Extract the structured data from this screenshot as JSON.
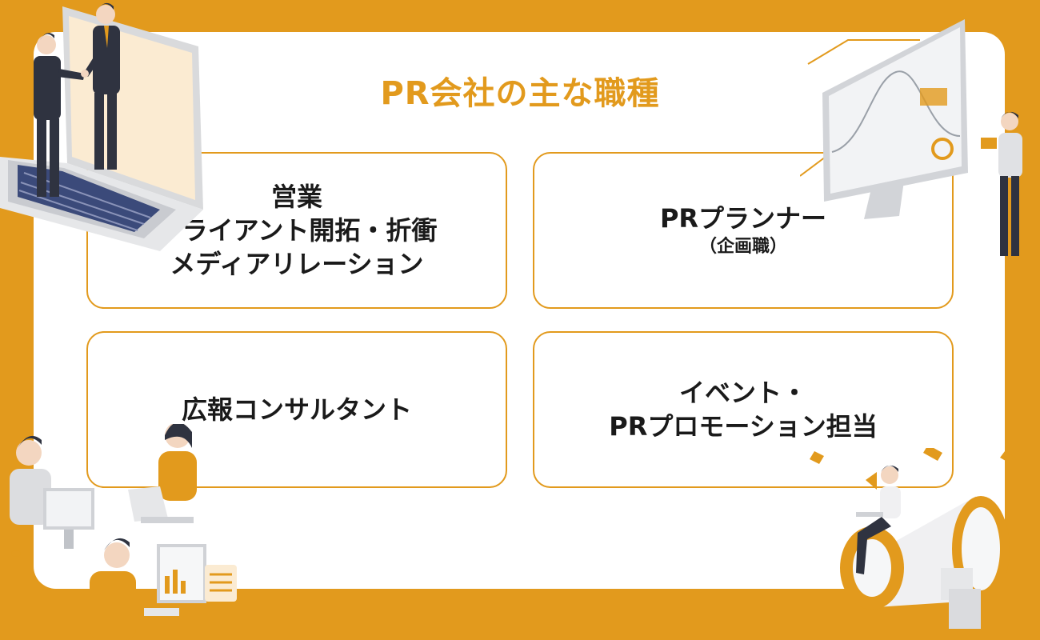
{
  "title": "PR会社の主な職種",
  "cards": [
    {
      "lines": [
        "営業",
        "クライアント開拓・折衝",
        "メディアリレーション"
      ],
      "sub": ""
    },
    {
      "lines": [
        "PRプランナー"
      ],
      "sub": "（企画職）"
    },
    {
      "lines": [
        "広報コンサルタント"
      ],
      "sub": ""
    },
    {
      "lines": [
        "イベント・",
        "PRプロモーション担当"
      ],
      "sub": ""
    }
  ],
  "colors": {
    "accent": "#E29A1D",
    "background": "#FFFFFF",
    "text": "#1A1A1A",
    "suit": "#2F3340"
  },
  "illustrations": [
    "handshake-laptop-illustration",
    "monitor-chart-illustration",
    "office-workers-illustration",
    "megaphone-illustration"
  ]
}
